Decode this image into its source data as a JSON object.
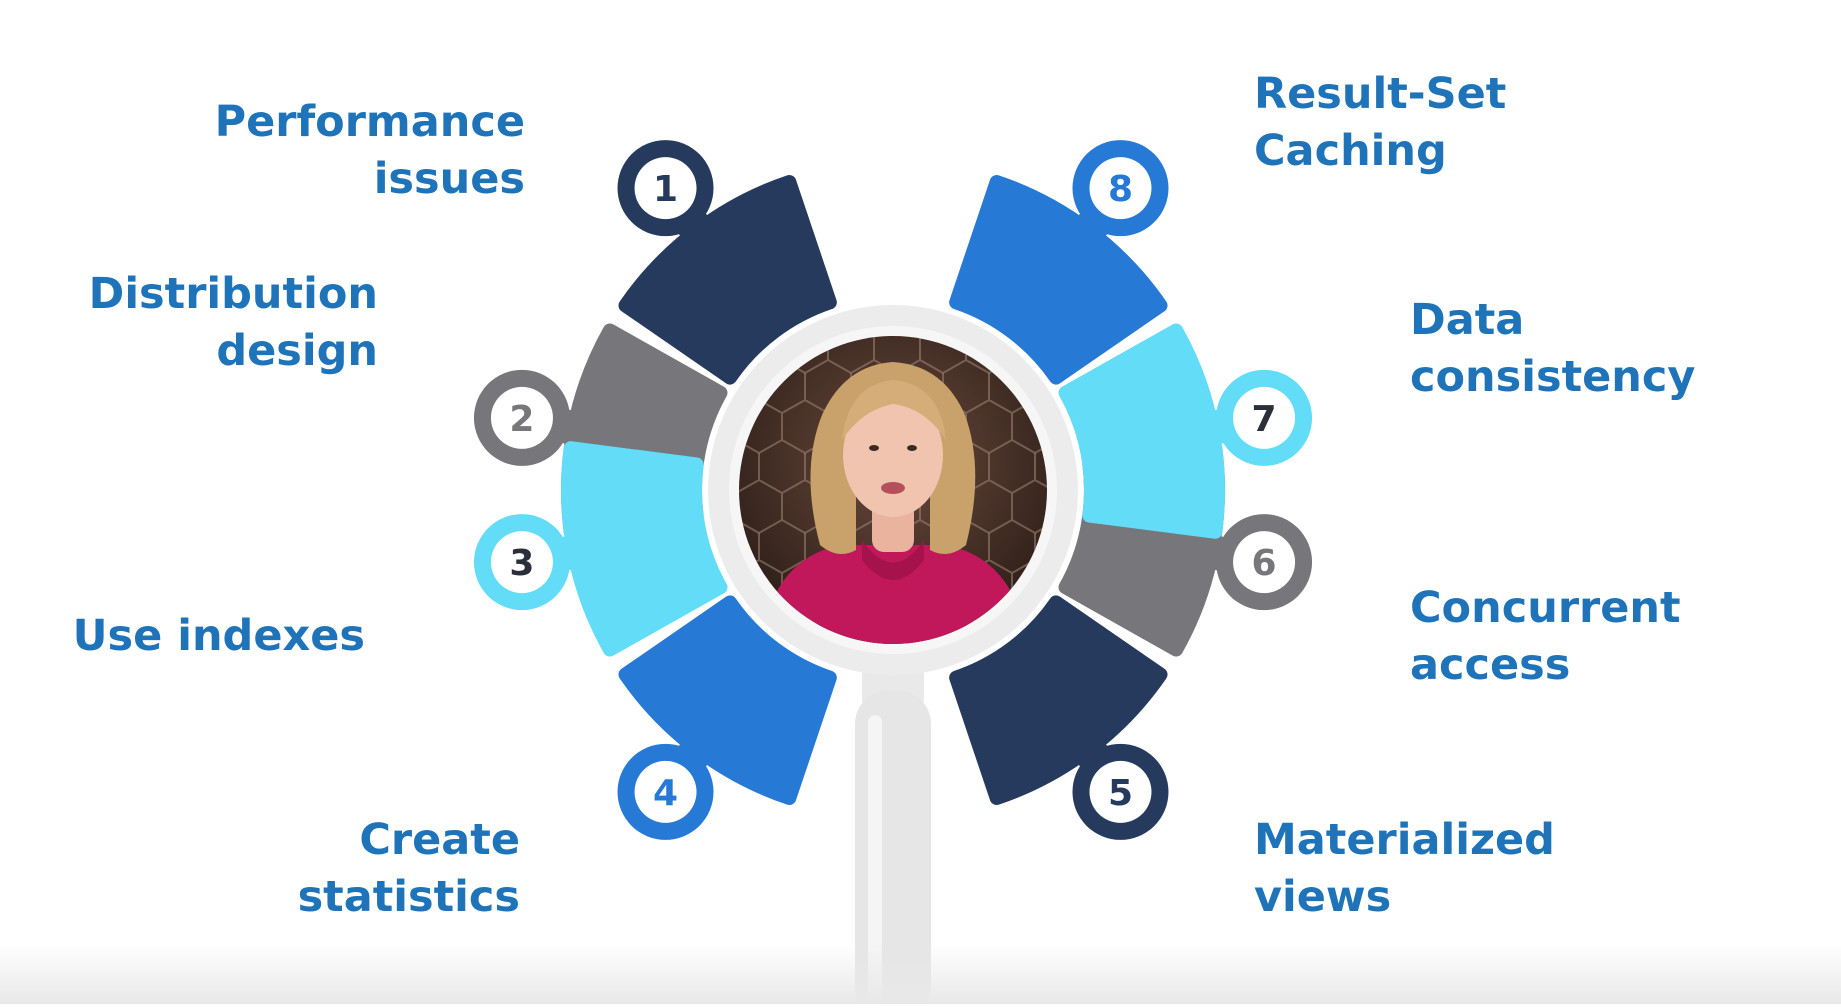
{
  "colors": {
    "navy": "#263a5e",
    "gray": "#76767b",
    "cyan": "#62dcf7",
    "blue": "#2679d4",
    "label_text": "#1f74b9",
    "magnifier_ring": "#ececec",
    "handle": "#e6e6e6"
  },
  "topics": [
    {
      "number": "1",
      "line1": "Performance",
      "line2": "issues",
      "color": "navy",
      "icon": "number-badge"
    },
    {
      "number": "2",
      "line1": "Distribution",
      "line2": "design",
      "color": "gray",
      "icon": "number-badge"
    },
    {
      "number": "3",
      "line1": "Use indexes",
      "line2": "",
      "color": "cyan",
      "icon": "number-badge"
    },
    {
      "number": "4",
      "line1": "Create",
      "line2": "statistics",
      "color": "blue",
      "icon": "number-badge"
    },
    {
      "number": "5",
      "line1": "Materialized",
      "line2": "views",
      "color": "navy",
      "icon": "number-badge"
    },
    {
      "number": "6",
      "line1": "Concurrent",
      "line2": "access",
      "color": "gray",
      "icon": "number-badge"
    },
    {
      "number": "7",
      "line1": "Data",
      "line2": "consistency",
      "color": "cyan",
      "icon": "number-badge"
    },
    {
      "number": "8",
      "line1": "Result-Set",
      "line2": "Caching",
      "color": "blue",
      "icon": "number-badge"
    }
  ],
  "center": {
    "icon": "presenter-video-frame",
    "shape": "magnifying-glass"
  }
}
